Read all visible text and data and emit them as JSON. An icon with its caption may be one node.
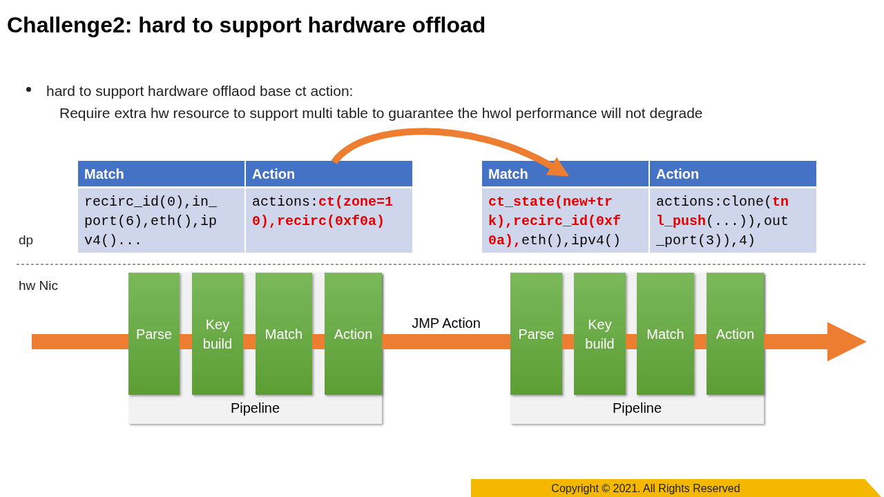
{
  "diagram": {
    "title": "Challenge2: hard to support hardware offload",
    "nodes": [
      {
        "text": [
          "Match"
        ]
      },
      {
        "text": [
          "Action"
        ]
      },
      {
        "text": [
          "recirc_id(0),in_port(6),eth(),ipv4()..."
        ]
      },
      {
        "text": [
          "actions:**ct(zone=10),recirc(0xf0a)**"
        ]
      },
      {
        "text": [
          "Match"
        ]
      },
      {
        "text": [
          "Action"
        ]
      },
      {
        "text": [
          "**ct_state(new+trk),recirc_id(0xf0a),**eth(),ipv4()"
        ]
      },
      {
        "text": [
          "actions:clone(**tnl_push**(...)),out_port(3)),4)"
        ]
      },
      {
        "text": [
          "Pipeline"
        ]
      },
      {
        "text": [
          "Parse"
        ],
        "in": 8
      },
      {
        "text": [
          "Key build"
        ],
        "in": 8
      },
      {
        "text": [
          "Match"
        ],
        "in": 8
      },
      {
        "text": [
          "Action"
        ],
        "in": 8
      },
      {
        "text": [
          "Pipeline"
        ]
      },
      {
        "text": [
          "Parse"
        ],
        "in": 13
      },
      {
        "text": [
          "Key build"
        ],
        "in": 13
      },
      {
        "text": [
          "Match"
        ],
        "in": 13
      },
      {
        "text": [
          "Action"
        ],
        "in": 13
      }
    ],
    "edges": [
      {
        "from": 1,
        "to": 4,
        "arrow": "to"
      },
      {
        "from": null,
        "to": 9,
        "arrow": "none"
      },
      {
        "from": 9,
        "to": 10,
        "arrow": "none"
      },
      {
        "from": 10,
        "to": 11,
        "arrow": "none"
      },
      {
        "from": 11,
        "to": 12,
        "arrow": "none"
      },
      {
        "from": 12,
        "to": 14,
        "arrow": "none",
        "label": "JMP Action"
      },
      {
        "from": 14,
        "to": 15,
        "arrow": "none"
      },
      {
        "from": 15,
        "to": 16,
        "arrow": "none"
      },
      {
        "from": 16,
        "to": 17,
        "arrow": "none"
      },
      {
        "from": 17,
        "to": null,
        "arrow": "to"
      }
    ],
    "labels": [
      "hard to support hardware offlaod base ct action:",
      "Require extra hw resource to support multi table to guarantee the hwol performance will not degrade",
      "dp",
      "hw Nic",
      "Copyright © 2021. All Rights Reserved"
    ]
  }
}
